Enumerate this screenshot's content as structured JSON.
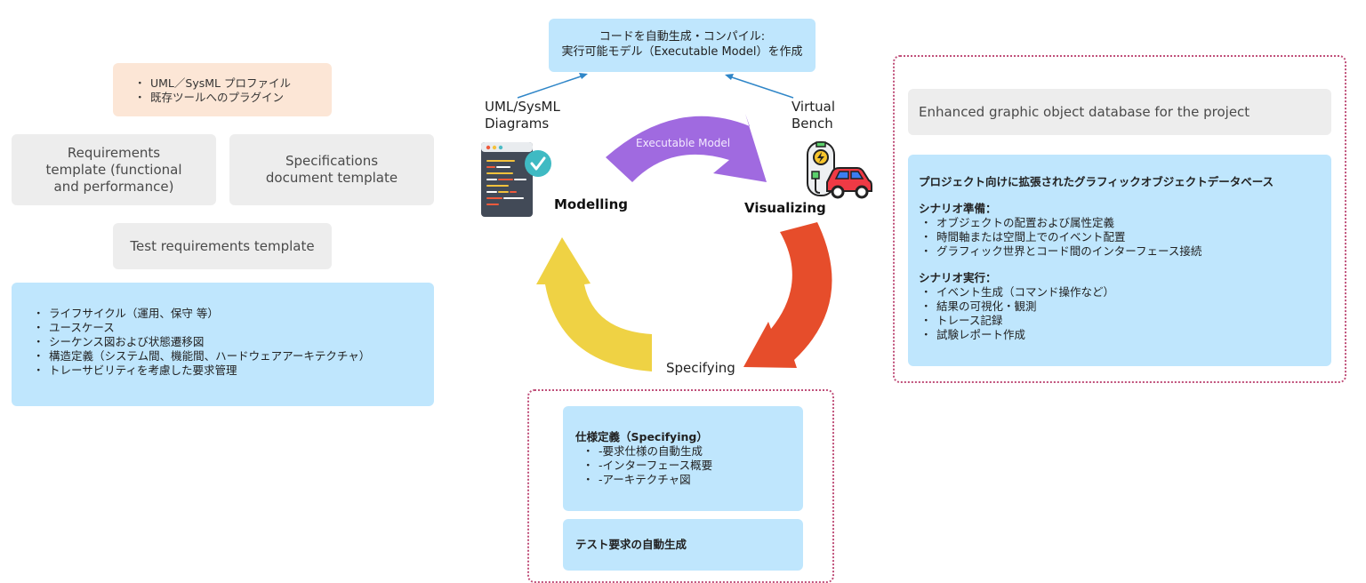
{
  "left": {
    "plugin_box": {
      "items": [
        "UML／SysML プロファイル",
        "既存ツールへのプラグイン"
      ]
    },
    "requirements_template": "Requirements template (functional and performance)",
    "specifications_template": "Specifications document template",
    "test_requirements_template": "Test requirements template",
    "modelling_details": {
      "items": [
        "ライフサイクル（運用、保守 等）",
        "ユースケース",
        "シーケンス図および状態遷移図",
        "構造定義（システム間、機能間、ハードウェアアーキテクチャ）",
        "トレーサビリティを考慮した要求管理"
      ]
    }
  },
  "center": {
    "top_box": {
      "line1": "コードを自動生成・コンパイル:",
      "line2": "実行可能モデル（Executable Model）を作成"
    },
    "uml_label": {
      "line1": "UML/SysML",
      "line2": "Diagrams"
    },
    "virtual_label": {
      "line1": "Virtual",
      "line2": "Bench"
    },
    "modelling_label": "Modelling",
    "visualizing_label": "Visualizing",
    "specifying_label": "Specifying",
    "arrow_label": "Executable Model",
    "colors": {
      "purple": "#a06ae0",
      "red": "#e64d2b",
      "yellow": "#efd244",
      "connector": "#2f86c8"
    },
    "specifying_box": {
      "title": "仕様定義（Specifying）",
      "items": [
        "-要求仕様の自動生成",
        "-インターフェース概要",
        "-アーキテクチャ図"
      ]
    },
    "test_box": {
      "title": "テスト要求の自動生成"
    }
  },
  "right": {
    "db_title": "Enhanced graphic object database for the project",
    "db_details": {
      "title": "プロジェクト向けに拡張されたグラフィックオブジェクトデータベース",
      "prep_title": "シナリオ準備：",
      "prep_items": [
        "オブジェクトの配置および属性定義",
        "時間軸または空間上でのイベント配置",
        "グラフィック世界とコード間のインターフェース接続"
      ],
      "exec_title": "シナリオ実行：",
      "exec_items": [
        "イベント生成（コマンド操作など）",
        "結果の可視化・観測",
        "トレース記録",
        "試験レポート作成"
      ]
    }
  }
}
